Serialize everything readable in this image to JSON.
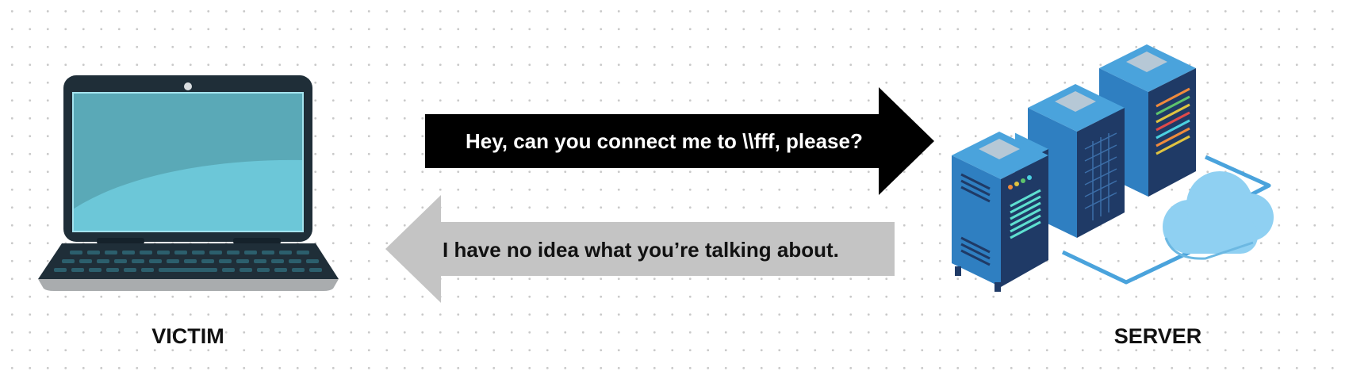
{
  "request_message": "Hey, can you connect me to \\\\fff, please?",
  "response_message": "I have no idea what you’re talking about.",
  "victim_label": "VICTIM",
  "server_label": "SERVER",
  "icons": {
    "victim": "laptop-icon",
    "server": "server-rack-cloud-icon"
  },
  "colors": {
    "request_arrow": "#000000",
    "request_text": "#ffffff",
    "response_arrow": "#c4c4c4",
    "response_text": "#111111",
    "laptop_screen": "#6cc7d8",
    "server_body": "#2f7fc1",
    "cloud": "#8fd0f2"
  }
}
